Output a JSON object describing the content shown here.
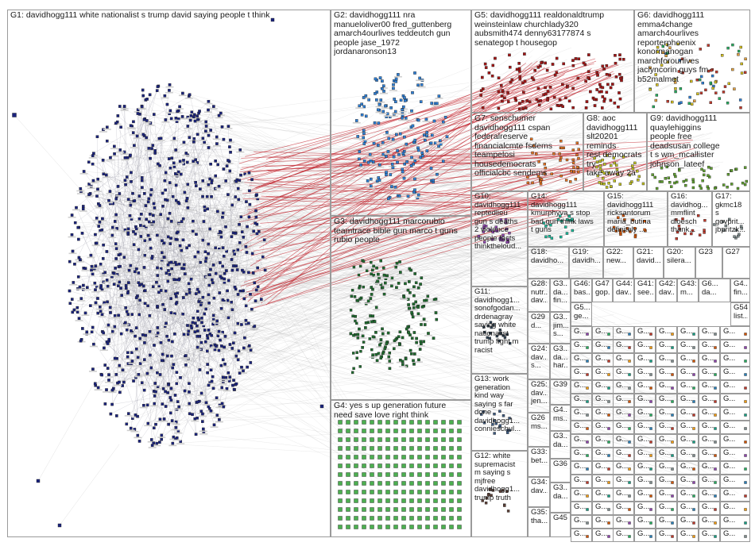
{
  "groups": [
    {
      "id": "G1",
      "label": "G1: davidhogg111 white nationalist s trump david saying people t think",
      "color": "#1a237e"
    },
    {
      "id": "G2",
      "label": "G2: davidhogg111 nra\nmanueloliver00 fred_guttenberg\namarch4ourlives teddeutch gun\npeople jase_1972\njordanaronson13",
      "color": "#2e7fd6"
    },
    {
      "id": "G5",
      "label": "G5: davidhogg111 realdonaldtrump\nweinsteinlaw churchlady320\naubsmith474 denny63177874 s\nsenategop t housegop",
      "color": "#a31515"
    },
    {
      "id": "G6",
      "label": "G6: davidhogg111\nemma4change\namarch4ourlives\nreporterphoenix\nkonormanogan\nmarchforourlives\njaclyncorin guys fm\nb52malmet",
      "color": "#e0a040"
    },
    {
      "id": "G7",
      "label": "G7: senschumer\ndavidhogg111 cspan\nfederalreserve\nfinancialcmte fsdems\nteampelosi\nhousedemocrats\nofficialcbc sendems",
      "color": "#e07020"
    },
    {
      "id": "G8",
      "label": "G8: aoc\ndavidhogg111\nslt20201 reminds\nrest democrats try\ntake away 2a",
      "color": "#c0c020"
    },
    {
      "id": "G9",
      "label": "G9: davidhogg111\nquaylehiggins\npeople free\ndeadsusan college\nt s wm_mcallister\njohnson_lateef",
      "color": "#60a030"
    },
    {
      "id": "G3",
      "label": "G3: davidhogg111 marcorubio\nteamtrace bible gun marco t guns\nrubio people",
      "color": "#1e6b2e"
    },
    {
      "id": "G4",
      "label": "G4: yes s up generation future\nneed save love right think",
      "color": "#4caf50"
    },
    {
      "id": "G10",
      "label": "G10:\ndavidhogg111\nreptedlieu\ngun s deaths\n2 violence\npeople facts\nthinktheloud...",
      "color": "#8e44ad"
    },
    {
      "id": "G14",
      "label": "G14:\ndavidhogg111\nkmurphyva s stop\nbad gun think laws\nt guns",
      "color": "#1abc9c"
    },
    {
      "id": "G15",
      "label": "G15:\ndavidhogg111\nricksantorum\nmaria_butina\ndefinitely ...",
      "color": "#d35400"
    },
    {
      "id": "G16",
      "label": "G16:\ndavidhog...\nmmflint\ndloesch\nthank...",
      "color": "#c0392b"
    },
    {
      "id": "G17",
      "label": "G17:\ngkmc18\ns\ngovprit...\njbpritzk...",
      "color": "#7f8c8d"
    },
    {
      "id": "G18",
      "label": "G18:\ndavidho...",
      "color": "#9b59b6"
    },
    {
      "id": "G19",
      "label": "G19:\ndavidh...",
      "color": "#2980b9"
    },
    {
      "id": "G22",
      "label": "G22:\nnew...",
      "color": "#27ae60"
    },
    {
      "id": "G21",
      "label": "G21:\ndavid...",
      "color": "#e74c3c"
    },
    {
      "id": "G20",
      "label": "G20:\nsilera...",
      "color": "#f39c12"
    },
    {
      "id": "G23",
      "label": "G23",
      "color": "#16a085"
    },
    {
      "id": "G27",
      "label": "G27",
      "color": "#8e44ad"
    },
    {
      "id": "G11",
      "label": "G11:\ndavidhogg1...\nsonofgodan...\ndrdenagray\nsaying white\nnationalist\ntrump fight m\nracist",
      "color": "#2c3e50"
    },
    {
      "id": "G13",
      "label": "G13: work\ngeneration\nkind way\nsaying s far\ndone\ndavidhogg1...\nconnieschul...",
      "color": "#3d5a80"
    },
    {
      "id": "G12",
      "label": "G12: white\nsupremacist\nm saying s\nmjfree\ndavidhogg1...\ntrump truth",
      "color": "#5d4037"
    },
    {
      "id": "G28",
      "label": "G28:\nnutr...\ndav...",
      "color": "#d35400"
    },
    {
      "id": "G3x",
      "label": "G3...\nda...\nfin...",
      "color": "#16a085"
    },
    {
      "id": "G46",
      "label": "G46:\nbas...",
      "color": "#8e44ad"
    },
    {
      "id": "G47",
      "label": "G47:\ngop...",
      "color": "#2980b9"
    },
    {
      "id": "G44",
      "label": "G44:\ndav...",
      "color": "#c0392b"
    },
    {
      "id": "G41",
      "label": "G41:\nsee...",
      "color": "#27ae60"
    },
    {
      "id": "G42",
      "label": "G42:\ndav...",
      "color": "#f39c12"
    },
    {
      "id": "G43",
      "label": "G43:\nm...",
      "color": "#7f8c8d"
    },
    {
      "id": "G6x",
      "label": "G6...\nda...",
      "color": "#9b59b6"
    },
    {
      "id": "G4x",
      "label": "G4...\nfin...",
      "color": "#2c3e50"
    },
    {
      "id": "G29",
      "label": "G29\nd...",
      "color": "#e74c3c"
    },
    {
      "id": "G3y",
      "label": "G3...\njim...\ns...",
      "color": "#1abc9c"
    },
    {
      "id": "G24",
      "label": "G24:\ndav...\ns...",
      "color": "#34495e"
    },
    {
      "id": "G3z",
      "label": "G3...\nda...\nhar...",
      "color": "#d35400"
    },
    {
      "id": "G25",
      "label": "G25:\ndav...\njen...",
      "color": "#8e44ad"
    },
    {
      "id": "G39",
      "label": "G39",
      "color": "#27ae60"
    },
    {
      "id": "G26",
      "label": "G26\nms...",
      "color": "#c0392b"
    },
    {
      "id": "G4y",
      "label": "G4...\nms...",
      "color": "#2980b9"
    },
    {
      "id": "G33",
      "label": "G33:\nbet...",
      "color": "#f39c12"
    },
    {
      "id": "G3w",
      "label": "G3...\nda...",
      "color": "#16a085"
    },
    {
      "id": "G34",
      "label": "G34:\ndav...",
      "color": "#7f8c8d"
    },
    {
      "id": "G36",
      "label": "G36",
      "color": "#9b59b6"
    },
    {
      "id": "G35",
      "label": "G35:\ntha...",
      "color": "#e74c3c"
    },
    {
      "id": "G3v",
      "label": "G3...\nda...",
      "color": "#1abc9c"
    },
    {
      "id": "G45",
      "label": "G45",
      "color": "#2c3e50"
    },
    {
      "id": "G5x",
      "label": "G5...\nge...",
      "color": "#d35400"
    },
    {
      "id": "G54",
      "label": "G54\nlist...",
      "color": "#8e44ad"
    }
  ],
  "cell_label": "G..."
}
